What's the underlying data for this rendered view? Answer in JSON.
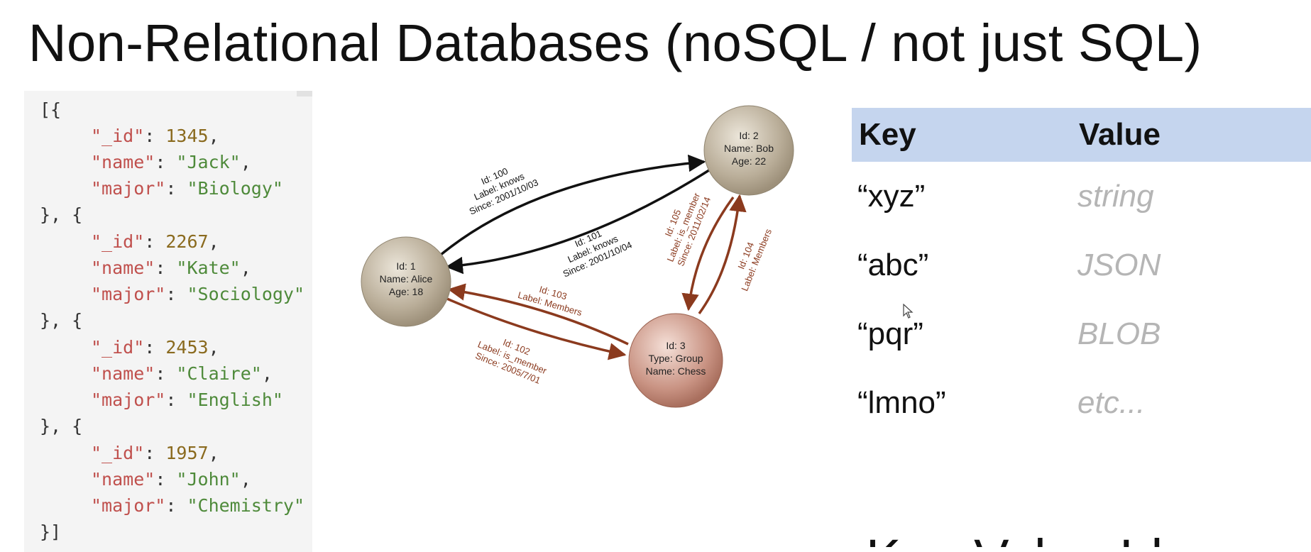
{
  "slide": {
    "title": "Non-Relational Databases (noSQL / not just SQL)",
    "bottom_heading_partial": "Key-Value Ideas"
  },
  "json_document": {
    "open": "[{",
    "records": [
      {
        "id": "1345",
        "name": "\"Jack\"",
        "major": "\"Biology\"",
        "close": "}, {"
      },
      {
        "id": "2267",
        "name": "\"Kate\"",
        "major": "\"Sociology\"",
        "close": "}, {"
      },
      {
        "id": "2453",
        "name": "\"Claire\"",
        "major": "\"English\"",
        "close": "}, {"
      },
      {
        "id": "1957",
        "name": "\"John\"",
        "major": "\"Chemistry\"",
        "close": "}]"
      }
    ],
    "key_id": "\"_id\"",
    "key_name": "\"name\"",
    "key_major": "\"major\""
  },
  "graph": {
    "colors": {
      "person_fill": "#b9ad98",
      "group_fill": "#c99383",
      "black_edge": "#111111",
      "red_edge": "#8b3a1e"
    },
    "nodes": [
      {
        "lines": [
          "Id: 1",
          "Name: Alice",
          "Age: 18"
        ]
      },
      {
        "lines": [
          "Id: 2",
          "Name: Bob",
          "Age: 22"
        ]
      },
      {
        "lines": [
          "Id: 3",
          "Type: Group",
          "Name: Chess"
        ]
      }
    ],
    "edges": [
      {
        "lines": [
          "Id: 100",
          "Label: knows",
          "Since: 2001/10/03"
        ]
      },
      {
        "lines": [
          "Id: 101",
          "Label: knows",
          "Since: 2001/10/04"
        ]
      },
      {
        "lines": [
          "Id: 102",
          "Label: is_member",
          "Since: 2005/7/01"
        ]
      },
      {
        "lines": [
          "Id: 103",
          "Label: Members"
        ]
      },
      {
        "lines": [
          "Id: 104",
          "Label: Members"
        ]
      },
      {
        "lines": [
          "Id: 105",
          "Label: is_member",
          "Since: 2011/02/14"
        ]
      }
    ]
  },
  "kv_table": {
    "header": {
      "key": "Key",
      "value": "Value"
    },
    "rows": [
      {
        "key": "“xyz”",
        "value": "string"
      },
      {
        "key": "“abc”",
        "value": "JSON"
      },
      {
        "key": "“pqr”",
        "value": "BLOB"
      },
      {
        "key": "“lmno”",
        "value": "etc..."
      }
    ]
  }
}
